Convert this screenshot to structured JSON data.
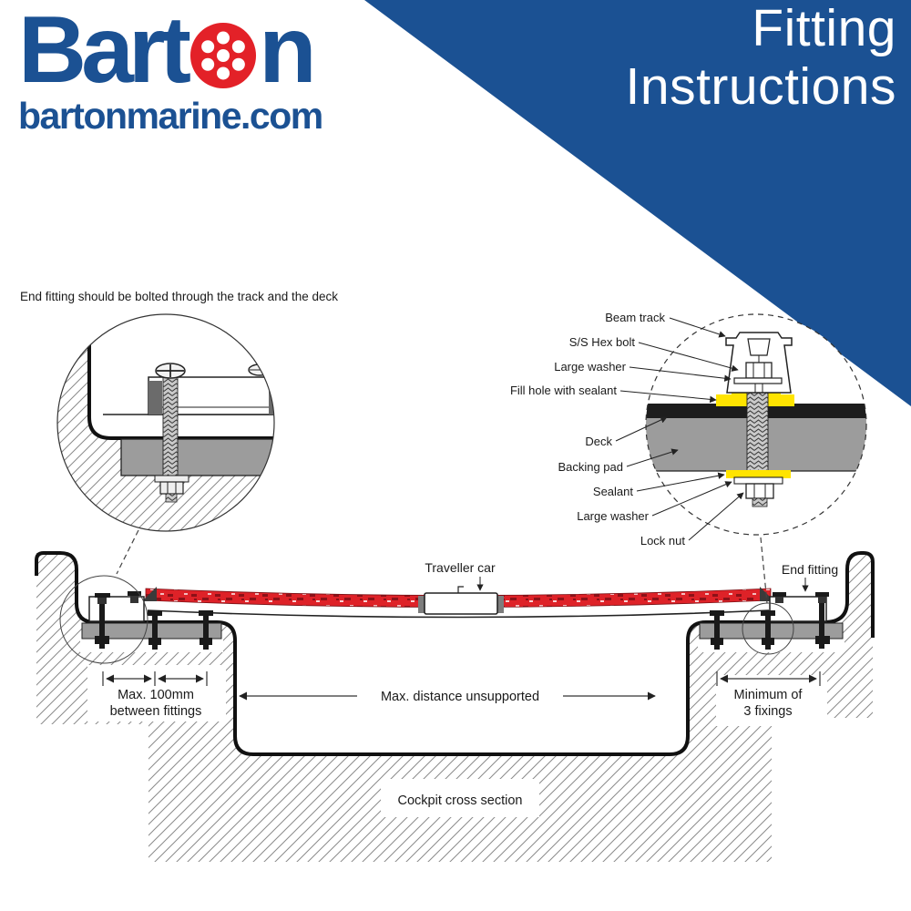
{
  "header": {
    "logo": {
      "word_part1": "Bart",
      "word_part2": "n",
      "icon": "pulley-icon",
      "tagline": "bartonmarine.com"
    },
    "banner": {
      "line1": "Fitting",
      "line2": "Instructions"
    }
  },
  "diagram": {
    "caption": "End fitting should be bolted through the track and the deck",
    "detail_labels": [
      "Beam track",
      "S/S Hex bolt",
      "Large washer",
      "Fill hole with sealant",
      "Deck",
      "Backing pad",
      "Sealant",
      "Large washer",
      "Lock nut"
    ],
    "labels": {
      "traveller_car": "Traveller car",
      "end_fitting": "End fitting",
      "cockpit": "Cockpit cross section"
    },
    "dimensions": {
      "left_line1": "Max. 100mm",
      "left_line2": "between fittings",
      "center": "Max. distance unsupported",
      "right_line1": "Minimum of",
      "right_line2": "3 fixings"
    },
    "colors": {
      "brand_blue": "#1b5193",
      "brand_red": "#e32128",
      "track_red": "#de2228",
      "sealant_yellow": "#ffe400",
      "backing_pad_gray": "#9c9c9c",
      "deck_black": "#1d1d1d"
    }
  }
}
